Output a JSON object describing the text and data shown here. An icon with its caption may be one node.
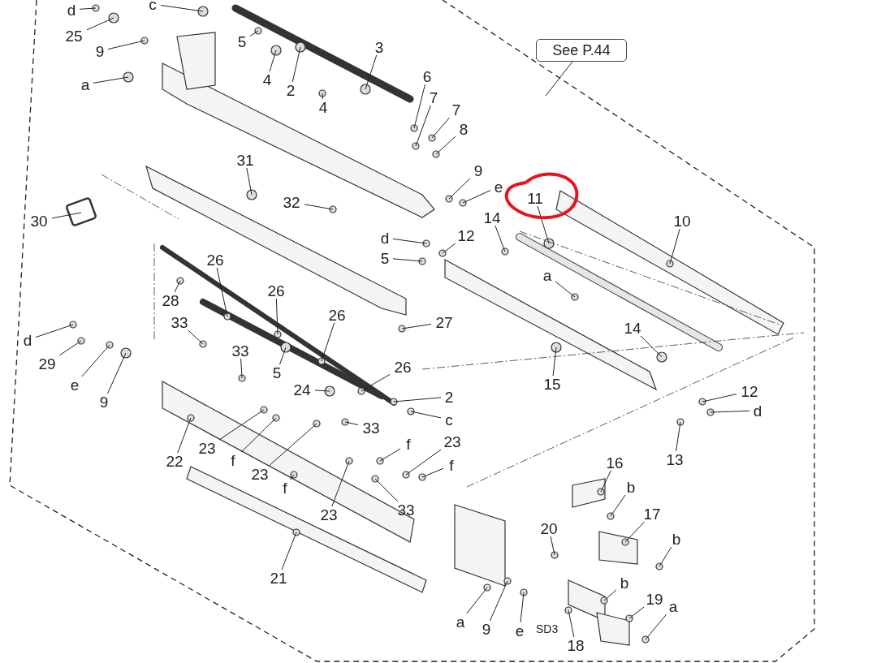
{
  "diagram": {
    "nodes": [
      {
        "text": [
          "d"
        ]
      },
      {
        "text": [
          "c"
        ]
      },
      {
        "text": [
          "25"
        ]
      },
      {
        "text": [
          "9"
        ]
      },
      {
        "text": [
          "5"
        ]
      },
      {
        "text": [
          "4"
        ]
      },
      {
        "text": [
          "2"
        ]
      },
      {
        "text": [
          "3"
        ]
      },
      {
        "text": [
          "a"
        ]
      },
      {
        "text": [
          "4"
        ]
      },
      {
        "text": [
          "6"
        ]
      },
      {
        "text": [
          "7"
        ]
      },
      {
        "text": [
          "7"
        ]
      },
      {
        "text": [
          "8"
        ]
      },
      {
        "text": [
          "9"
        ]
      },
      {
        "text": [
          "e"
        ]
      },
      {
        "text": [
          "11"
        ]
      },
      {
        "text": [
          "10"
        ]
      },
      {
        "text": [
          "31"
        ]
      },
      {
        "text": [
          "32"
        ]
      },
      {
        "text": [
          "30"
        ]
      },
      {
        "text": [
          "14"
        ]
      },
      {
        "text": [
          "12"
        ]
      },
      {
        "text": [
          "d"
        ]
      },
      {
        "text": [
          "5"
        ]
      },
      {
        "text": [
          "See P.44"
        ]
      },
      {
        "text": [
          "26"
        ]
      },
      {
        "text": [
          "28"
        ]
      },
      {
        "text": [
          "26"
        ]
      },
      {
        "text": [
          "26"
        ]
      },
      {
        "text": [
          "a"
        ]
      },
      {
        "text": [
          "27"
        ]
      },
      {
        "text": [
          "33"
        ]
      },
      {
        "text": [
          "33"
        ]
      },
      {
        "text": [
          "5"
        ]
      },
      {
        "text": [
          "d"
        ]
      },
      {
        "text": [
          "29"
        ]
      },
      {
        "text": [
          "e"
        ]
      },
      {
        "text": [
          "9"
        ]
      },
      {
        "text": [
          "14"
        ]
      },
      {
        "text": [
          "15"
        ]
      },
      {
        "text": [
          "24"
        ]
      },
      {
        "text": [
          "26"
        ]
      },
      {
        "text": [
          "2"
        ]
      },
      {
        "text": [
          "c"
        ]
      },
      {
        "text": [
          "33"
        ]
      },
      {
        "text": [
          "22"
        ]
      },
      {
        "text": [
          "23"
        ]
      },
      {
        "text": [
          "f"
        ]
      },
      {
        "text": [
          "23"
        ]
      },
      {
        "text": [
          "f"
        ]
      },
      {
        "text": [
          "23"
        ]
      },
      {
        "text": [
          "f"
        ]
      },
      {
        "text": [
          "23"
        ]
      },
      {
        "text": [
          "f"
        ]
      },
      {
        "text": [
          "33"
        ]
      },
      {
        "text": [
          "21"
        ]
      },
      {
        "text": [
          "12"
        ]
      },
      {
        "text": [
          "d"
        ]
      },
      {
        "text": [
          "13"
        ]
      },
      {
        "text": [
          "16"
        ]
      },
      {
        "text": [
          "b"
        ]
      },
      {
        "text": [
          "17"
        ]
      },
      {
        "text": [
          "20"
        ]
      },
      {
        "text": [
          "b"
        ]
      },
      {
        "text": [
          "b"
        ]
      },
      {
        "text": [
          "19"
        ]
      },
      {
        "text": [
          "a"
        ]
      },
      {
        "text": [
          "a"
        ]
      },
      {
        "text": [
          "9"
        ]
      },
      {
        "text": [
          "e"
        ]
      },
      {
        "text": [
          "18"
        ]
      }
    ],
    "edges": [
      {
        "from": 0,
        "to": null,
        "arrow": "none"
      },
      {
        "from": 1,
        "to": null,
        "arrow": "none"
      },
      {
        "from": 2,
        "to": null,
        "arrow": "none"
      },
      {
        "from": 3,
        "to": null,
        "arrow": "none"
      },
      {
        "from": 4,
        "to": null,
        "arrow": "none"
      },
      {
        "from": 5,
        "to": null,
        "arrow": "none"
      },
      {
        "from": 6,
        "to": null,
        "arrow": "none"
      },
      {
        "from": 7,
        "to": null,
        "arrow": "none"
      },
      {
        "from": 8,
        "to": null,
        "arrow": "none"
      },
      {
        "from": 9,
        "to": null,
        "arrow": "none"
      },
      {
        "from": 10,
        "to": null,
        "arrow": "none"
      },
      {
        "from": 11,
        "to": null,
        "arrow": "none"
      },
      {
        "from": 12,
        "to": null,
        "arrow": "none"
      },
      {
        "from": 13,
        "to": null,
        "arrow": "none"
      },
      {
        "from": 14,
        "to": null,
        "arrow": "none"
      },
      {
        "from": 15,
        "to": null,
        "arrow": "none"
      },
      {
        "from": 16,
        "to": null,
        "arrow": "none"
      },
      {
        "from": 17,
        "to": null,
        "arrow": "none"
      },
      {
        "from": 18,
        "to": null,
        "arrow": "none"
      },
      {
        "from": 19,
        "to": null,
        "arrow": "none"
      },
      {
        "from": 20,
        "to": null,
        "arrow": "none"
      },
      {
        "from": 21,
        "to": null,
        "arrow": "none"
      },
      {
        "from": 22,
        "to": null,
        "arrow": "none"
      },
      {
        "from": 23,
        "to": null,
        "arrow": "none"
      },
      {
        "from": 24,
        "to": null,
        "arrow": "none"
      },
      {
        "from": 25,
        "to": null,
        "arrow": "none"
      },
      {
        "from": 26,
        "to": null,
        "arrow": "none"
      },
      {
        "from": 27,
        "to": null,
        "arrow": "none"
      },
      {
        "from": 28,
        "to": null,
        "arrow": "none"
      },
      {
        "from": 29,
        "to": null,
        "arrow": "none"
      },
      {
        "from": 30,
        "to": null,
        "arrow": "none"
      },
      {
        "from": 31,
        "to": null,
        "arrow": "none"
      },
      {
        "from": 32,
        "to": null,
        "arrow": "none"
      },
      {
        "from": 33,
        "to": null,
        "arrow": "none"
      },
      {
        "from": 34,
        "to": null,
        "arrow": "none"
      },
      {
        "from": 35,
        "to": null,
        "arrow": "none"
      },
      {
        "from": 36,
        "to": null,
        "arrow": "none"
      },
      {
        "from": 37,
        "to": null,
        "arrow": "none"
      },
      {
        "from": 38,
        "to": null,
        "arrow": "none"
      },
      {
        "from": 39,
        "to": null,
        "arrow": "none"
      },
      {
        "from": 40,
        "to": null,
        "arrow": "none"
      },
      {
        "from": 41,
        "to": null,
        "arrow": "none"
      },
      {
        "from": 42,
        "to": null,
        "arrow": "none"
      },
      {
        "from": 43,
        "to": null,
        "arrow": "none"
      },
      {
        "from": 44,
        "to": null,
        "arrow": "none"
      },
      {
        "from": 45,
        "to": null,
        "arrow": "none"
      },
      {
        "from": 46,
        "to": null,
        "arrow": "none"
      },
      {
        "from": 47,
        "to": null,
        "arrow": "none"
      },
      {
        "from": 48,
        "to": null,
        "arrow": "none"
      },
      {
        "from": 49,
        "to": null,
        "arrow": "none"
      },
      {
        "from": 50,
        "to": null,
        "arrow": "none"
      },
      {
        "from": 51,
        "to": null,
        "arrow": "none"
      },
      {
        "from": 52,
        "to": null,
        "arrow": "none"
      },
      {
        "from": 53,
        "to": null,
        "arrow": "none"
      },
      {
        "from": 54,
        "to": null,
        "arrow": "none"
      },
      {
        "from": 55,
        "to": null,
        "arrow": "none"
      },
      {
        "from": 56,
        "to": null,
        "arrow": "none"
      },
      {
        "from": 57,
        "to": null,
        "arrow": "none"
      },
      {
        "from": 58,
        "to": null,
        "arrow": "none"
      },
      {
        "from": 59,
        "to": null,
        "arrow": "none"
      },
      {
        "from": 60,
        "to": null,
        "arrow": "none"
      },
      {
        "from": 61,
        "to": null,
        "arrow": "none"
      },
      {
        "from": 62,
        "to": null,
        "arrow": "none"
      },
      {
        "from": 63,
        "to": null,
        "arrow": "none"
      },
      {
        "from": 64,
        "to": null,
        "arrow": "none"
      },
      {
        "from": 65,
        "to": null,
        "arrow": "none"
      },
      {
        "from": 66,
        "to": null,
        "arrow": "none"
      },
      {
        "from": 67,
        "to": null,
        "arrow": "none"
      },
      {
        "from": 68,
        "to": null,
        "arrow": "none"
      },
      {
        "from": 69,
        "to": null,
        "arrow": "none"
      },
      {
        "from": 70,
        "to": null,
        "arrow": "none"
      },
      {
        "from": 71,
        "to": null,
        "arrow": "none"
      }
    ],
    "labels": [
      "SD3"
    ]
  }
}
